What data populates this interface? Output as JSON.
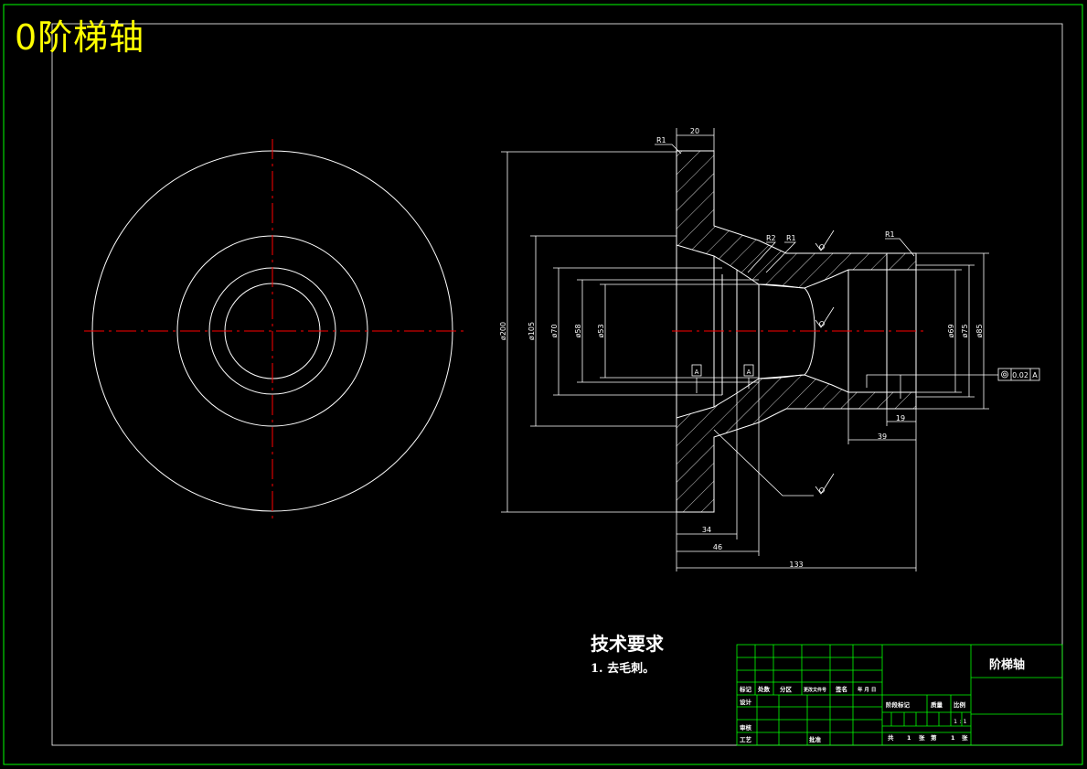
{
  "drawing_title": "0阶梯轴",
  "colors": {
    "background": "#000000",
    "frame": "#00ff00",
    "geometry": "#ffffff",
    "centerline": "#ff0000",
    "title_text": "#ffff00"
  },
  "dimensions": {
    "flange_width": "20",
    "r_top": "R1",
    "r2": "R2",
    "r1_mid": "R1",
    "r1_right": "R1",
    "d200": "ø200",
    "d105": "ø105",
    "d70": "ø70",
    "d58": "ø58",
    "d53": "ø53",
    "d69": "ø69",
    "d75": "ø75",
    "d85": "ø85",
    "len34": "34",
    "len46": "46",
    "len133": "133",
    "len39": "39",
    "len19": "19",
    "runout_tol": "0.02",
    "datum": "A"
  },
  "technical_requirements": {
    "heading": "技术要求",
    "item1": "1. 去毛刺。"
  },
  "title_block": {
    "part_name": "阶梯轴",
    "labels": {
      "mark": "标记",
      "count": "处数",
      "zone": "分区",
      "change_doc": "更改文件号",
      "sign": "签名",
      "date": "年 月 日",
      "design": "设计",
      "review": "审核",
      "process": "工艺",
      "approve": "批准",
      "stage_mark": "阶段标记",
      "weight": "质量",
      "scale": "比例",
      "scale_value": "1 : 1",
      "total": "共",
      "total_count": "1",
      "sheets": "张",
      "page": "第",
      "page_count": "1",
      "sheet_unit": "张"
    }
  }
}
